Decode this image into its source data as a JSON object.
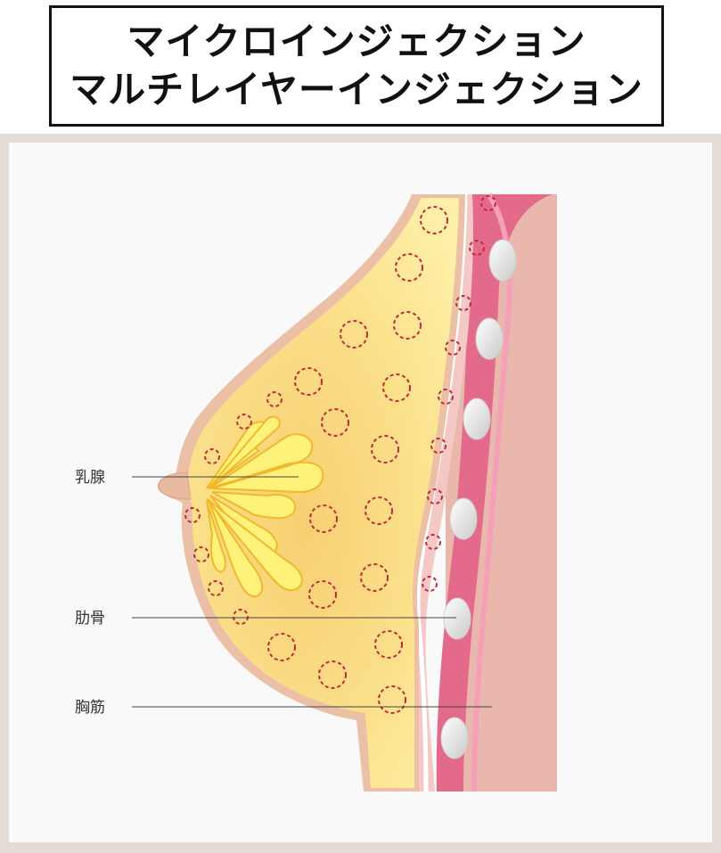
{
  "title": {
    "line1": "マイクロインジェクション",
    "line2": "マルチレイヤーインジェクション"
  },
  "labels": {
    "mammary_gland": "乳腺",
    "rib": "肋骨",
    "pectoral_muscle": "胸筋"
  },
  "colors": {
    "fat": "#fbe48a",
    "gland": "#f7d24a",
    "skin": "#e9b9a8",
    "muscle": "#e66a8e",
    "chest_wall": "#eab7ad",
    "injection_circle": "#c0283c"
  }
}
